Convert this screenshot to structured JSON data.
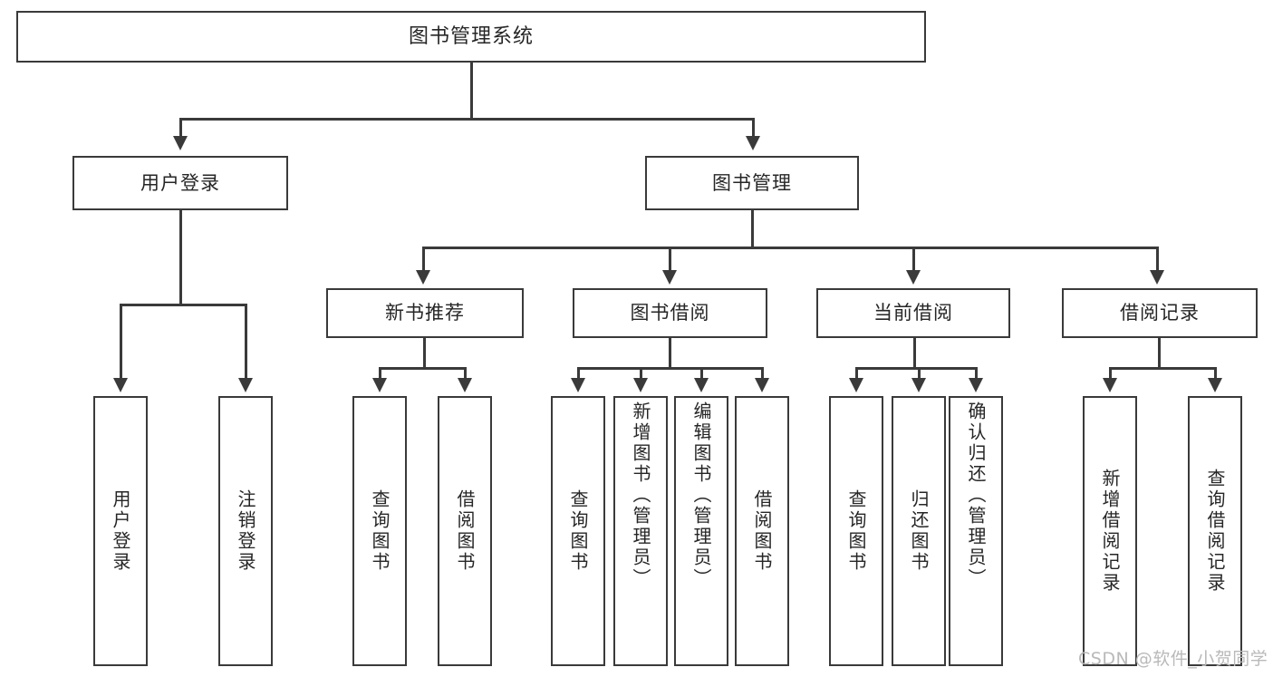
{
  "diagram": {
    "title": "图书管理系统",
    "type": "tree",
    "watermark": "CSDN @软件_小贺同学",
    "colors": {
      "stroke": "#3a3a3a",
      "fill": "#ffffff",
      "text": "#262626",
      "watermark": "#b9b9b9"
    },
    "levels": {
      "root": {
        "label": "图书管理系统"
      },
      "level2": [
        {
          "id": "user-login",
          "label": "用户登录"
        },
        {
          "id": "book-manage",
          "label": "图书管理"
        }
      ],
      "level3": [
        {
          "id": "new-book-rec",
          "label": "新书推荐"
        },
        {
          "id": "book-borrow",
          "label": "图书借阅"
        },
        {
          "id": "current-borrow",
          "label": "当前借阅"
        },
        {
          "id": "borrow-record",
          "label": "借阅记录"
        }
      ],
      "leaves": {
        "user_login": [
          {
            "id": "leaf-user-login",
            "label": "用户登录"
          },
          {
            "id": "leaf-logout",
            "label": "注销登录"
          }
        ],
        "new_book_rec": [
          {
            "id": "leaf-query-book-1",
            "label": "查询图书"
          },
          {
            "id": "leaf-borrow-book-1",
            "label": "借阅图书"
          }
        ],
        "book_borrow": [
          {
            "id": "leaf-query-book-2",
            "label": "查询图书"
          },
          {
            "id": "leaf-add-book",
            "label": "新增图书（管理员）"
          },
          {
            "id": "leaf-edit-book",
            "label": "编辑图书（管理员）"
          },
          {
            "id": "leaf-borrow-book-2",
            "label": "借阅图书"
          }
        ],
        "current_borrow": [
          {
            "id": "leaf-query-book-3",
            "label": "查询图书"
          },
          {
            "id": "leaf-return-book",
            "label": "归还图书"
          },
          {
            "id": "leaf-confirm-return",
            "label": "确认归还（管理员）"
          }
        ],
        "borrow_record": [
          {
            "id": "leaf-add-record",
            "label": "新增借阅记录"
          },
          {
            "id": "leaf-query-record",
            "label": "查询借阅记录"
          }
        ]
      }
    }
  }
}
